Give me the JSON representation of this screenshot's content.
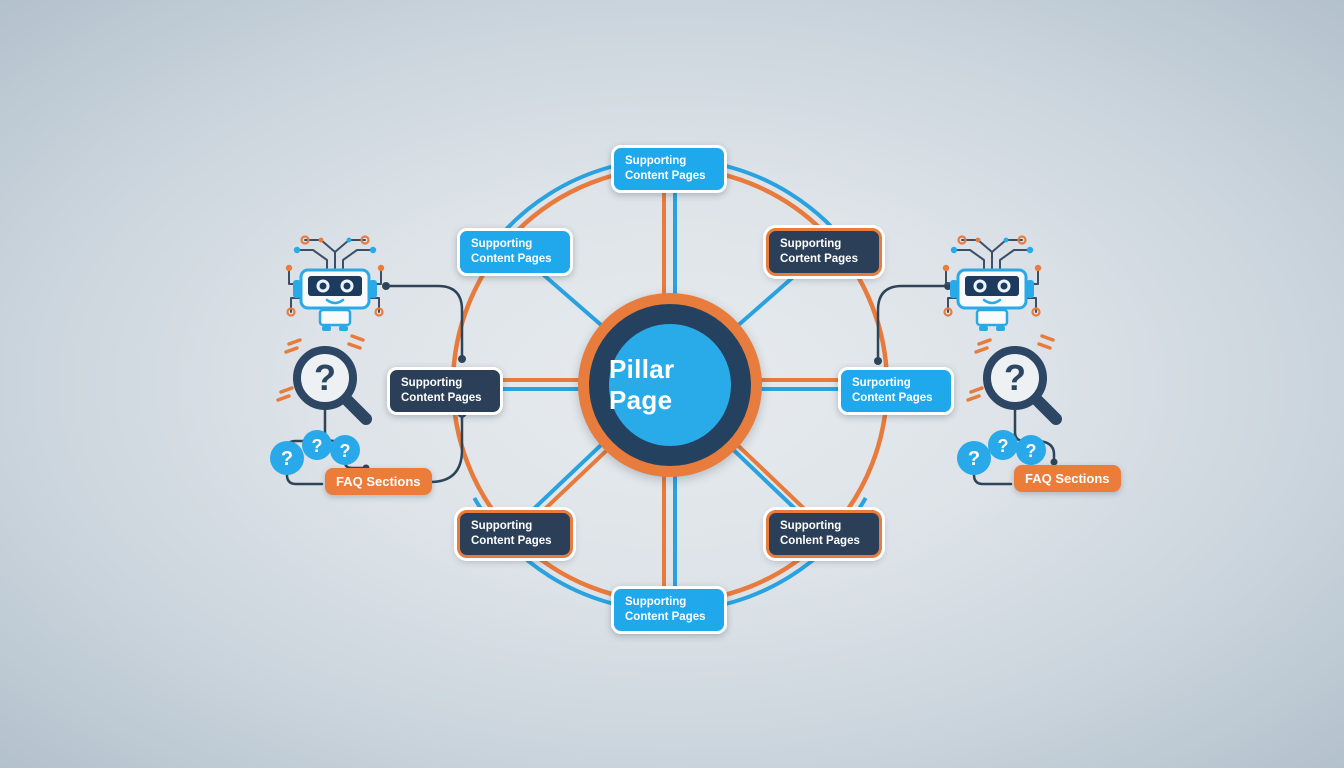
{
  "center_node": {
    "label": "Pillar Page"
  },
  "supporting_pages": [
    {
      "position": "top",
      "label": "Supporting Content Pages",
      "variant": "blue"
    },
    {
      "position": "top-left",
      "label": "Supporting Content Pages",
      "variant": "blue"
    },
    {
      "position": "top-right",
      "label": "Supporting Cortent Pages",
      "variant": "navy-orange"
    },
    {
      "position": "left",
      "label": "Supporting Content Pages",
      "variant": "navy"
    },
    {
      "position": "right",
      "label": "Surporting Content Pages",
      "variant": "blue"
    },
    {
      "position": "bottom-left",
      "label": "Supporting Content Pages",
      "variant": "navy-orange"
    },
    {
      "position": "bottom-right",
      "label": "Supporting Conlent Pages",
      "variant": "navy-orange"
    },
    {
      "position": "bottom",
      "label": "Supporting Content Pages",
      "variant": "blue"
    }
  ],
  "faq": {
    "left_label": "FAQ Sections",
    "right_label": "FAQ Sections"
  },
  "icons": {
    "question_mark": "?",
    "left_robot": "robot-circuit-icon",
    "right_robot": "robot-circuit-icon",
    "left_magnifier": "magnifying-glass-question-icon",
    "right_magnifier": "magnifying-glass-question-icon"
  },
  "colors": {
    "blue": "#1fa9ec",
    "navy": "#2b4058",
    "orange": "#e87c3d",
    "ring_orange": "#e87b3c",
    "ring_blue": "#2aa2e0",
    "background_edge": "#b3c1cc",
    "background_center": "#e7ebee"
  }
}
